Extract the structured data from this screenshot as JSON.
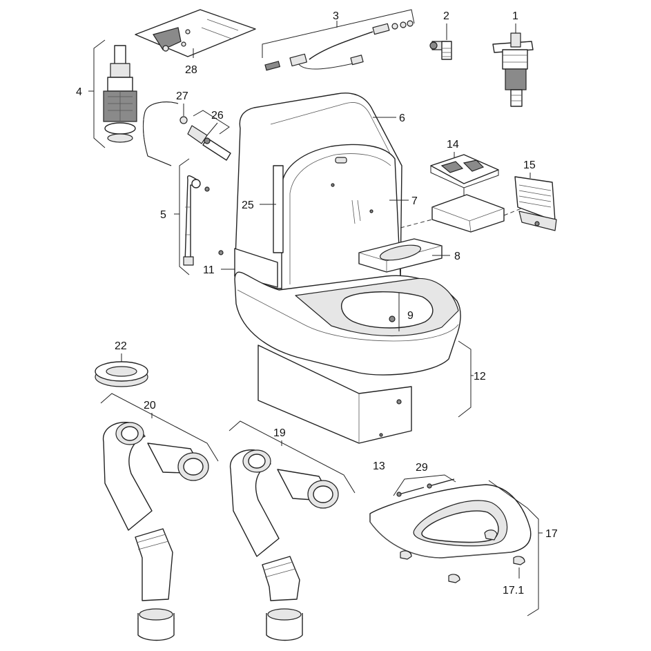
{
  "callouts": {
    "p1": "1",
    "p2": "2",
    "p3": "3",
    "p4": "4",
    "p5": "5",
    "p6": "6",
    "p7": "7",
    "p8": "8",
    "p9": "9",
    "p11": "11",
    "p12": "12",
    "p13": "13",
    "p14": "14",
    "p15": "15",
    "p17": "17",
    "p17_1": "17.1",
    "p19": "19",
    "p20": "20",
    "p22": "22",
    "p25": "25",
    "p26": "26",
    "p27": "27",
    "p28": "28",
    "p29": "29"
  },
  "colors": {
    "line": "#222222",
    "fill": "#ffffff",
    "shade": "#e6e6e6",
    "dark": "#8a8a8a"
  },
  "icons": [
    "fill-valve-icon",
    "angle-valve-icon",
    "hose-set-icon",
    "flush-valve-icon",
    "connection-pipe-icon",
    "toilet-icon",
    "seat-icon",
    "drain-bend-icon",
    "seal-ring-icon"
  ]
}
